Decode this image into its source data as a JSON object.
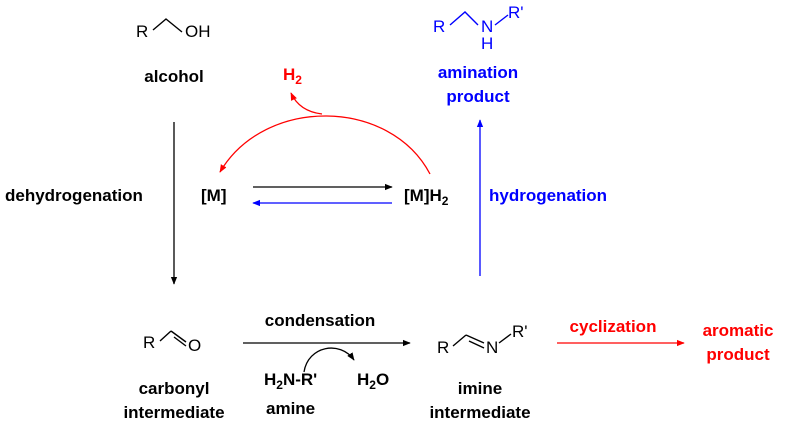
{
  "colors": {
    "black": "#000000",
    "blue": "#0000ff",
    "red": "#ff0000"
  },
  "alcohol": {
    "r": "R",
    "oh": "OH",
    "label": "alcohol"
  },
  "amination_product": {
    "r": "R",
    "n": "N",
    "h": "H",
    "r_prime": "R'",
    "label_line1": "amination",
    "label_line2": "product"
  },
  "cycle": {
    "h2_main": "H",
    "h2_sub": "2",
    "catalyst": "[M]",
    "catalyst_h2": "[M]H",
    "catalyst_h2_sub": "2"
  },
  "steps": {
    "dehydrogenation": "dehydrogenation",
    "hydrogenation": "hydrogenation",
    "condensation": "condensation",
    "cyclization": "cyclization"
  },
  "carbonyl": {
    "r": "R",
    "o": "O",
    "label_line1": "carbonyl",
    "label_line2": "intermediate"
  },
  "amine": {
    "formula_a": "H",
    "formula_sub": "2",
    "formula_b": "N-R'",
    "label": "amine"
  },
  "water": {
    "h": "H",
    "sub": "2",
    "o": "O"
  },
  "imine": {
    "r": "R",
    "n": "N",
    "r_prime": "R'",
    "label_line1": "imine",
    "label_line2": "intermediate"
  },
  "aromatic_product": {
    "label_line1": "aromatic",
    "label_line2": "product"
  }
}
